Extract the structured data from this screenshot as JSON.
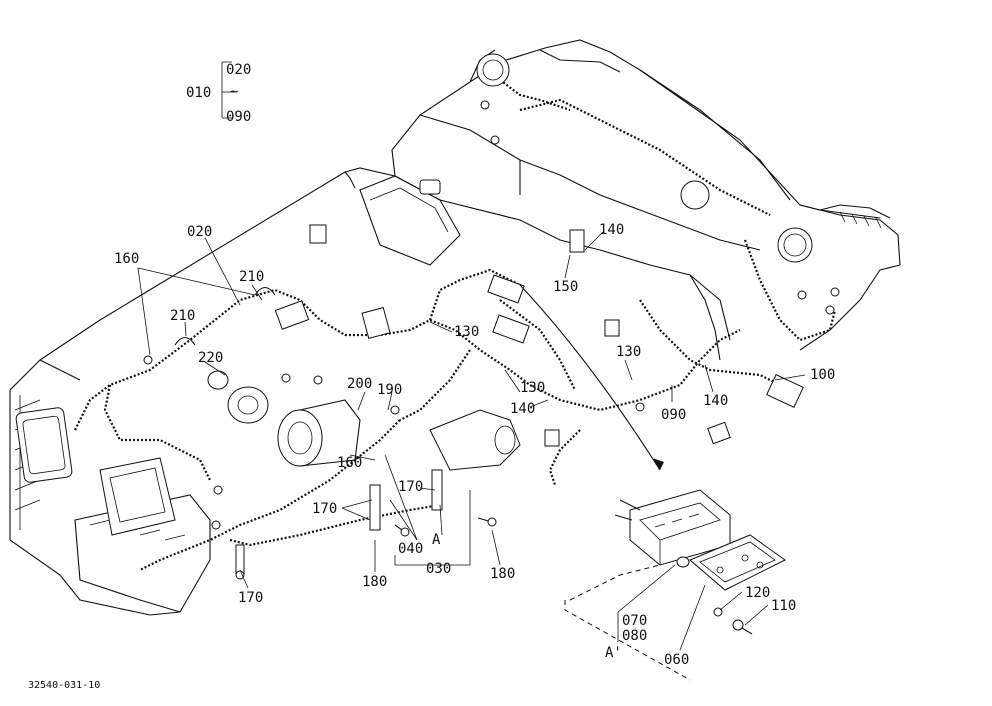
{
  "bracket": {
    "main": "010",
    "top": "020",
    "tilde": "~",
    "bottom": "090"
  },
  "labels": {
    "p020": "020",
    "p160_top": "160",
    "p210_a": "210",
    "p210_b": "210",
    "p220": "220",
    "p200": "200",
    "p190": "190",
    "p160_mid": "160",
    "p130_a": "130",
    "p130_b": "130",
    "p130_c": "130",
    "p140_a": "140",
    "p140_b": "140",
    "p140_c": "140",
    "p150": "150",
    "p090": "090",
    "p100": "100",
    "p170_a": "170",
    "p170_b": "170",
    "p170_c": "170",
    "p040": "040",
    "pA": "A",
    "p030": "030",
    "p180_a": "180",
    "p180_b": "180",
    "p070": "070",
    "p080": "080",
    "pA2": "A'",
    "p060": "060",
    "p120": "120",
    "p110": "110"
  },
  "figure_code": "32540-031-10"
}
